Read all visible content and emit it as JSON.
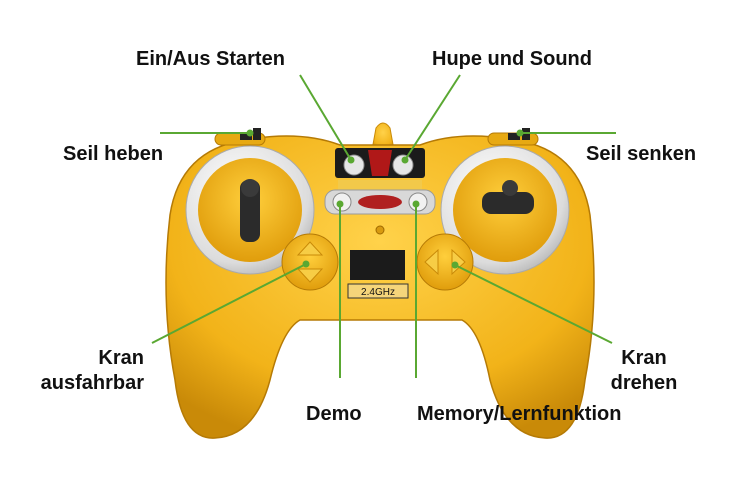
{
  "labels": {
    "power_start": "Ein/Aus Starten",
    "horn_sound": "Hupe und Sound",
    "rope_raise": "Seil heben",
    "rope_lower": "Seil senken",
    "crane_extend_line1": "Kran",
    "crane_extend_line2": "ausfahrbar",
    "crane_rotate_line1": "Kran",
    "crane_rotate_line2": "drehen",
    "demo": "Demo",
    "memory_learn": "Memory/Lernfunktion"
  },
  "device": {
    "frequency_label": "2.4GHz"
  },
  "colors": {
    "body": "#f2b319",
    "body_shadow": "#c98a08",
    "ring": "#d9d9d9",
    "panel": "#1b1b1b",
    "callout_line": "#5aa832",
    "text": "#111111"
  }
}
